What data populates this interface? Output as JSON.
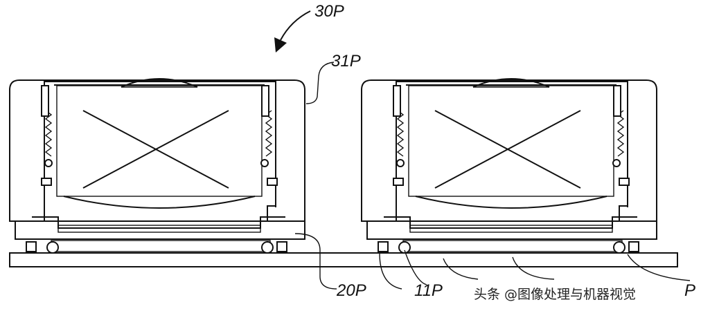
{
  "labels": {
    "assembly": "30P",
    "housing": "31P",
    "holder": "20P",
    "substrate": "11P",
    "partial": "P"
  },
  "watermark": "头条 @图像处理与机器视觉"
}
